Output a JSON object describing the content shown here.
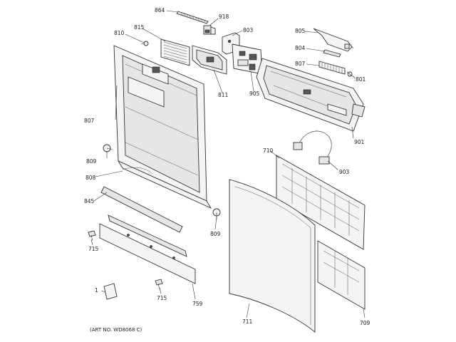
{
  "diagram": {
    "labels": {
      "l864": "864",
      "l918": "918",
      "l810": "810",
      "l815": "815",
      "l803": "803",
      "l805": "805",
      "l804": "804",
      "l807a": "807",
      "l801": "801",
      "l807b": "807",
      "l811": "811",
      "l905": "905",
      "l901": "901",
      "l809a": "809",
      "l710": "710",
      "l903": "903",
      "l808": "808",
      "l845": "845",
      "l809b": "809",
      "l715a": "715",
      "l715b": "715",
      "l759": "759",
      "l1": "1",
      "l711": "711",
      "l709": "709"
    },
    "art_number": "(ART NO. WD8068 C)"
  }
}
